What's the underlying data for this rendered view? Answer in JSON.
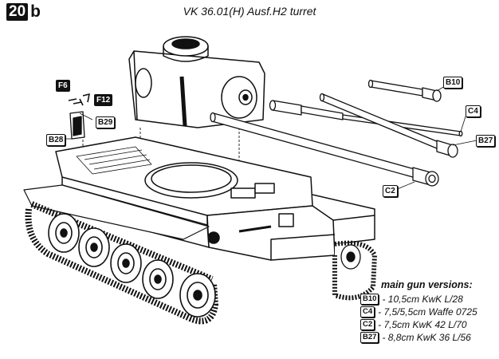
{
  "step": {
    "number": "20",
    "suffix": "b"
  },
  "title": "VK 36.01(H) Ausf.H2 turret",
  "callouts": [
    {
      "code": "B10"
    },
    {
      "code": "C4"
    },
    {
      "code": "B27"
    },
    {
      "code": "C2"
    },
    {
      "code": "F6"
    },
    {
      "code": "F12"
    },
    {
      "code": "B29"
    },
    {
      "code": "B28"
    }
  ],
  "gun_versions": {
    "title": "main gun versions:",
    "items": [
      {
        "code": "B10",
        "label": "- 10,5cm KwK L/28"
      },
      {
        "code": "C4",
        "label": "- 7,5/5,5cm Waffe 0725"
      },
      {
        "code": "C2",
        "label": "- 7,5cm KwK 42 L/70"
      },
      {
        "code": "B27",
        "label": "- 8,8cm KwK 36 L/56"
      }
    ]
  }
}
